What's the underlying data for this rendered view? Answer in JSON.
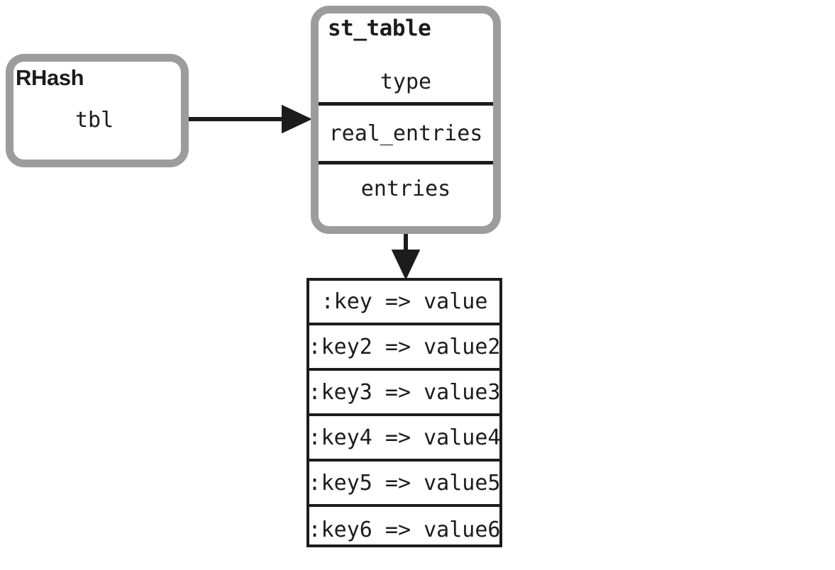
{
  "diagram": {
    "title": "RHash / st_table structure diagram",
    "colors": {
      "struct_border": "#9c9c9c",
      "line": "#1c1c1c",
      "background": "#ffffff"
    }
  },
  "rhash_box": {
    "title": "RHash",
    "fields": [
      {
        "label": "tbl"
      }
    ]
  },
  "st_table_box": {
    "title": "st_table",
    "fields": [
      {
        "label": "type"
      },
      {
        "label": "real_entries"
      },
      {
        "label": "entries"
      }
    ]
  },
  "entries_table": {
    "rows": [
      {
        "text": ":key => value"
      },
      {
        "text": ":key2 => value2"
      },
      {
        "text": ":key3 => value3"
      },
      {
        "text": ":key4 => value4"
      },
      {
        "text": ":key5 => value5"
      },
      {
        "text": ":key6 => value6"
      }
    ]
  },
  "connectors": [
    {
      "name": "tbl-to-st_table",
      "from": "tbl",
      "to": "st_table",
      "direction": "right"
    },
    {
      "name": "entries-to-entries-table",
      "from": "entries",
      "to": "entries_table",
      "direction": "down"
    }
  ]
}
